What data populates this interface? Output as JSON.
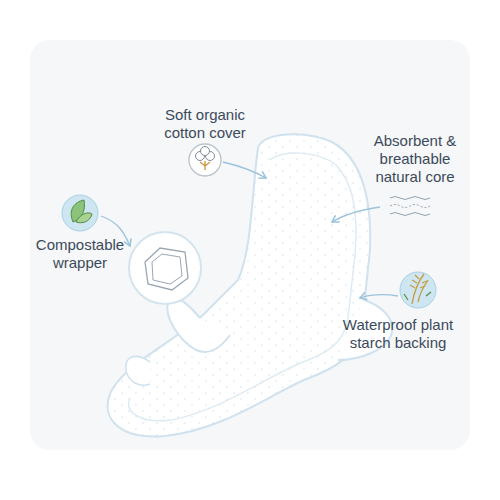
{
  "diagram": {
    "labels": [
      "Soft organic cotton cover",
      "Absorbent & breathable natural core",
      "Compostable wrapper",
      "Waterproof plant starch backing"
    ]
  }
}
